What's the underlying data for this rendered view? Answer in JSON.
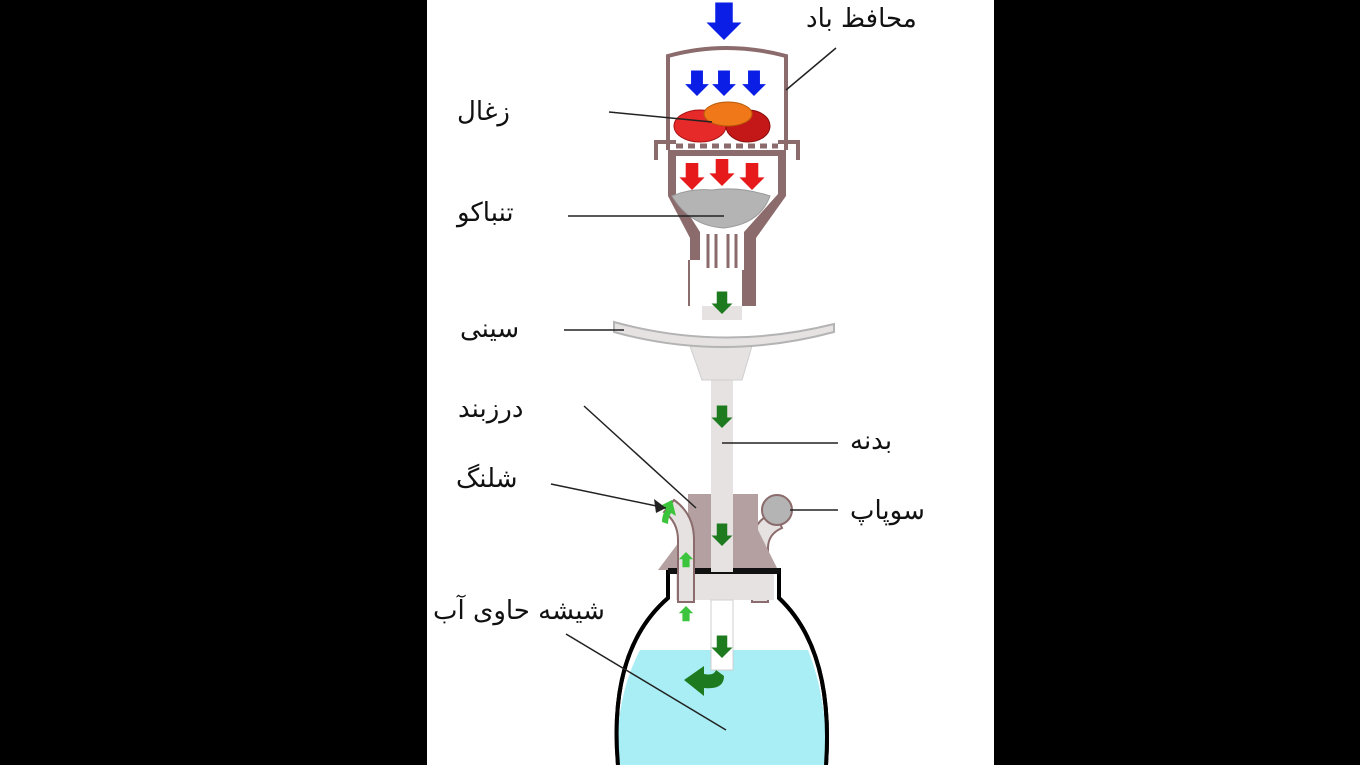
{
  "labels": {
    "wind_cover": "محافظ باد",
    "charcoal": "زغال",
    "tobacco": "تنباکو",
    "tray": "سینی",
    "grommet": "درزبند",
    "body": "بدنه",
    "hose": "شلنگ",
    "valve": "سوپاپ",
    "water_jar": "شیشه حاوی آب"
  },
  "colors": {
    "frame": "#000000",
    "panel": "#ffffff",
    "bowl_brown": "#8b6b6b",
    "light_gray": "#e6e2e2",
    "gray": "#b4b4b4",
    "water": "#a9eef5",
    "air_blue": "#0a1ee6",
    "heat_red": "#e61a1a",
    "smoke_green": "#1e7a1e",
    "hose_green": "#3cc43c",
    "coal_red": "#e62a2a",
    "coal_dark": "#c41818",
    "coal_orange": "#f07818"
  },
  "icons": {
    "air_arrow": "down-arrow-blue",
    "heat_arrow": "down-arrow-red",
    "smoke_arrow": "down-arrow-green",
    "hose_arrow": "up-arrow-lightgreen",
    "water_arrow": "curved-arrow-green"
  }
}
